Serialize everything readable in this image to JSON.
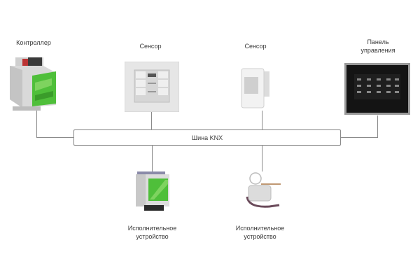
{
  "diagram": {
    "bus": {
      "label": "Шина KNX"
    },
    "top_devices": [
      {
        "id": "controller",
        "label": "Контроллер",
        "icon": "din-rail-controller-icon"
      },
      {
        "id": "sensor-switch",
        "label": "Сенсор",
        "icon": "wall-switch-sensor-icon"
      },
      {
        "id": "sensor-motion",
        "label": "Сенсор",
        "icon": "motion-sensor-icon"
      },
      {
        "id": "control-panel",
        "label_line1": "Панель",
        "label_line2": "управления",
        "icon": "touch-panel-icon"
      }
    ],
    "bottom_devices": [
      {
        "id": "actuator-din",
        "label_line1": "Исполнительное",
        "label_line2": "устройство",
        "icon": "din-actuator-icon"
      },
      {
        "id": "actuator-valve",
        "label_line1": "Исполнительное",
        "label_line2": "устройство",
        "icon": "valve-actuator-icon"
      }
    ],
    "colors": {
      "wire": "#8a8a8a",
      "accent_green": "#4fbf3a",
      "device_gray": "#d8d8d8",
      "panel_black": "#111111"
    }
  }
}
